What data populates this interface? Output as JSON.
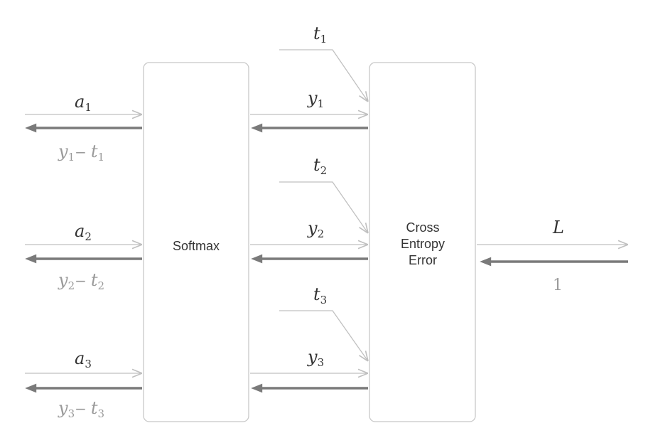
{
  "colors": {
    "background": "#ffffff",
    "box_stroke": "#c8c8c8",
    "forward_line": "#c0c0c0",
    "backward_line": "#7a7a7a",
    "forward_text": "#333333",
    "backward_text": "#9a9a9a"
  },
  "nodes": {
    "softmax": {
      "label": "Softmax"
    },
    "cross_entropy": {
      "label_lines": [
        "Cross",
        "Entropy",
        "Error"
      ]
    }
  },
  "inputs": [
    {
      "forward": {
        "var": "a",
        "sub": "1"
      },
      "backward": {
        "v1": "y",
        "s1": "1",
        "op": "−",
        "v2": "t",
        "s2": "1"
      }
    },
    {
      "forward": {
        "var": "a",
        "sub": "2"
      },
      "backward": {
        "v1": "y",
        "s1": "2",
        "op": "−",
        "v2": "t",
        "s2": "2"
      }
    },
    {
      "forward": {
        "var": "a",
        "sub": "3"
      },
      "backward": {
        "v1": "y",
        "s1": "3",
        "op": "−",
        "v2": "t",
        "s2": "3"
      }
    }
  ],
  "middle": [
    {
      "var": "y",
      "sub": "1"
    },
    {
      "var": "y",
      "sub": "2"
    },
    {
      "var": "y",
      "sub": "3"
    }
  ],
  "targets": [
    {
      "var": "t",
      "sub": "1"
    },
    {
      "var": "t",
      "sub": "2"
    },
    {
      "var": "t",
      "sub": "3"
    }
  ],
  "output": {
    "forward": {
      "var": "L"
    },
    "backward": {
      "value": "1"
    }
  }
}
